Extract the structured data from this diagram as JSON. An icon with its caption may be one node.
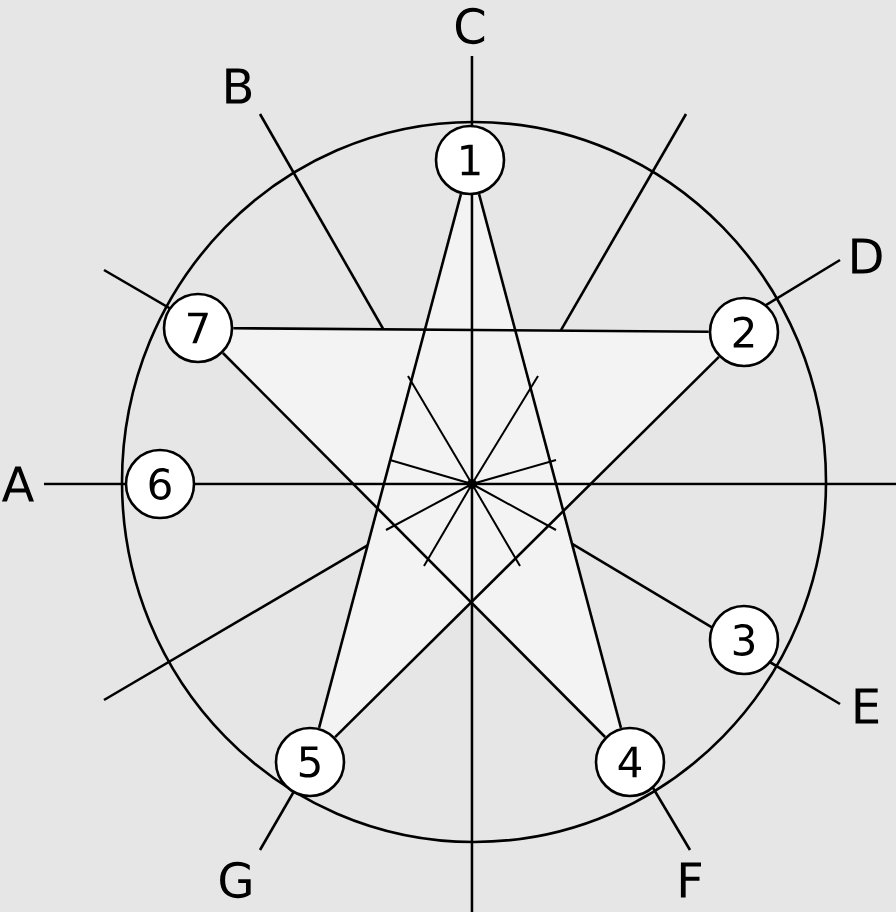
{
  "diagram": {
    "nodes": [
      {
        "text": [
          "1"
        ]
      },
      {
        "text": [
          "2"
        ]
      },
      {
        "text": [
          "3"
        ]
      },
      {
        "text": [
          "4"
        ]
      },
      {
        "text": [
          "5"
        ]
      },
      {
        "text": [
          "6"
        ]
      },
      {
        "text": [
          "7"
        ]
      }
    ],
    "edges": [
      {
        "from": 0,
        "to": 4,
        "arrow": "none"
      },
      {
        "from": 0,
        "to": 3,
        "arrow": "none"
      },
      {
        "from": 6,
        "to": 1,
        "arrow": "none"
      },
      {
        "from": 6,
        "to": 3,
        "arrow": "none"
      },
      {
        "from": 1,
        "to": 4,
        "arrow": "none"
      }
    ],
    "labels": [
      "C",
      "B",
      "D",
      "A",
      "E",
      "F",
      "G"
    ]
  }
}
